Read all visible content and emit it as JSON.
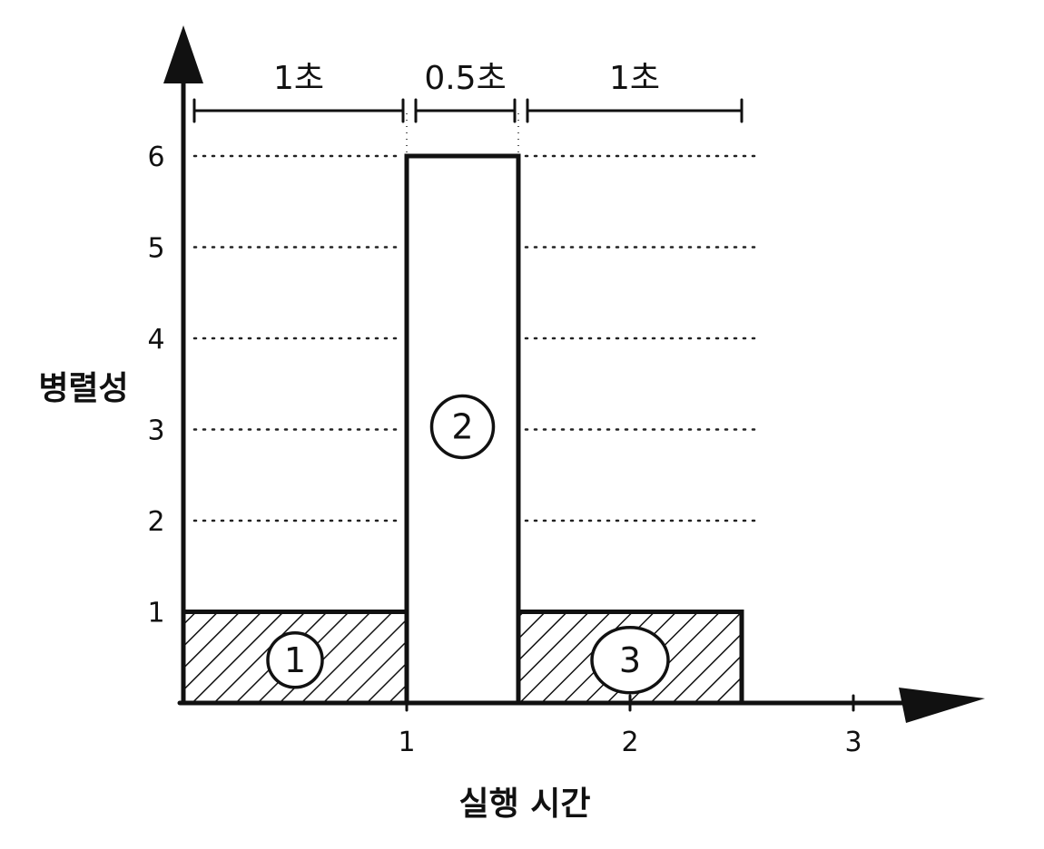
{
  "y_axis_label": "병렬성",
  "x_axis_label": "실행 시간",
  "y_ticks": [
    "1",
    "2",
    "3",
    "4",
    "5",
    "6"
  ],
  "x_ticks": [
    "1",
    "2",
    "3"
  ],
  "durations": [
    "1초",
    "0.5초",
    "1초"
  ],
  "bars": [
    {
      "id": "1",
      "label": "1",
      "start": 0,
      "end": 1,
      "parallelism": 1,
      "hatched": true
    },
    {
      "id": "2",
      "label": "2",
      "start": 1,
      "end": 1.5,
      "parallelism": 6,
      "hatched": false
    },
    {
      "id": "3",
      "label": "3",
      "start": 1.5,
      "end": 2.5,
      "parallelism": 1,
      "hatched": true
    }
  ],
  "colors": {
    "ink": "#111111",
    "background": "#ffffff"
  }
}
